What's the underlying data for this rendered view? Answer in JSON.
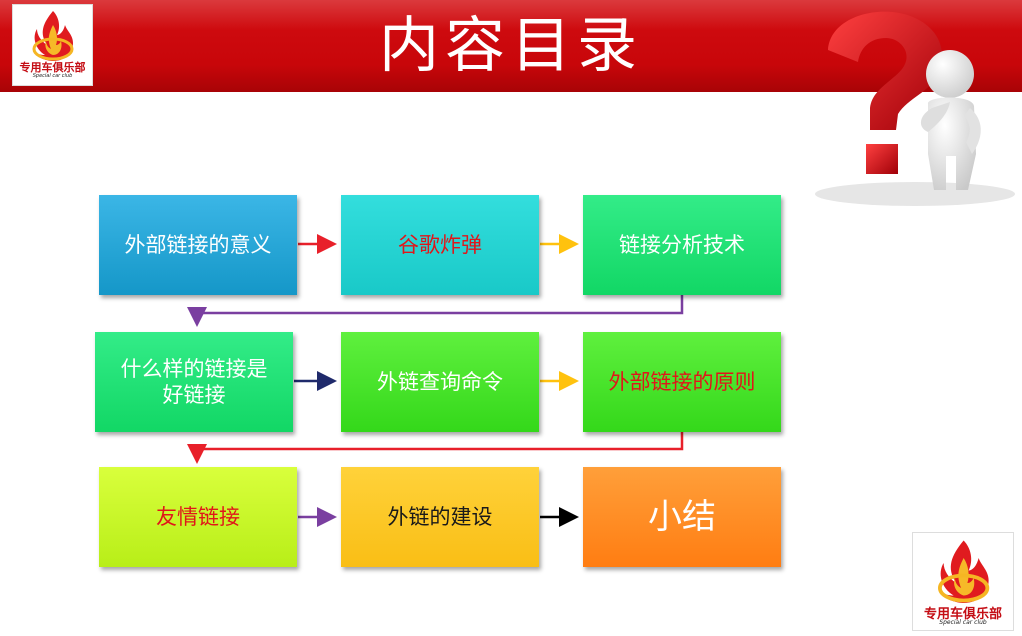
{
  "header": {
    "title": "内容目录"
  },
  "logo": {
    "name": "专用车俱乐部",
    "sub": "Special car club"
  },
  "flow": {
    "row1": {
      "b1": "外部链接的意义",
      "b2": "谷歌炸弹",
      "b3": "链接分析技术"
    },
    "row2": {
      "b1": "什么样的链接是好链接",
      "b2": "外链查询命令",
      "b3": "外部链接的原则"
    },
    "row3": {
      "b1": "友情链接",
      "b2": "外链的建设",
      "b3": "小结"
    }
  },
  "colors": {
    "header_red": "#c8060a",
    "arrow_red": "#e8202a",
    "arrow_yellow": "#ffc20e",
    "arrow_purple": "#7a3fa0",
    "arrow_navy": "#1f2a6b",
    "arrow_black": "#000000"
  },
  "icons": {
    "logo": "flame-logo-icon",
    "figure": "question-mark-thinking-figure-icon"
  }
}
